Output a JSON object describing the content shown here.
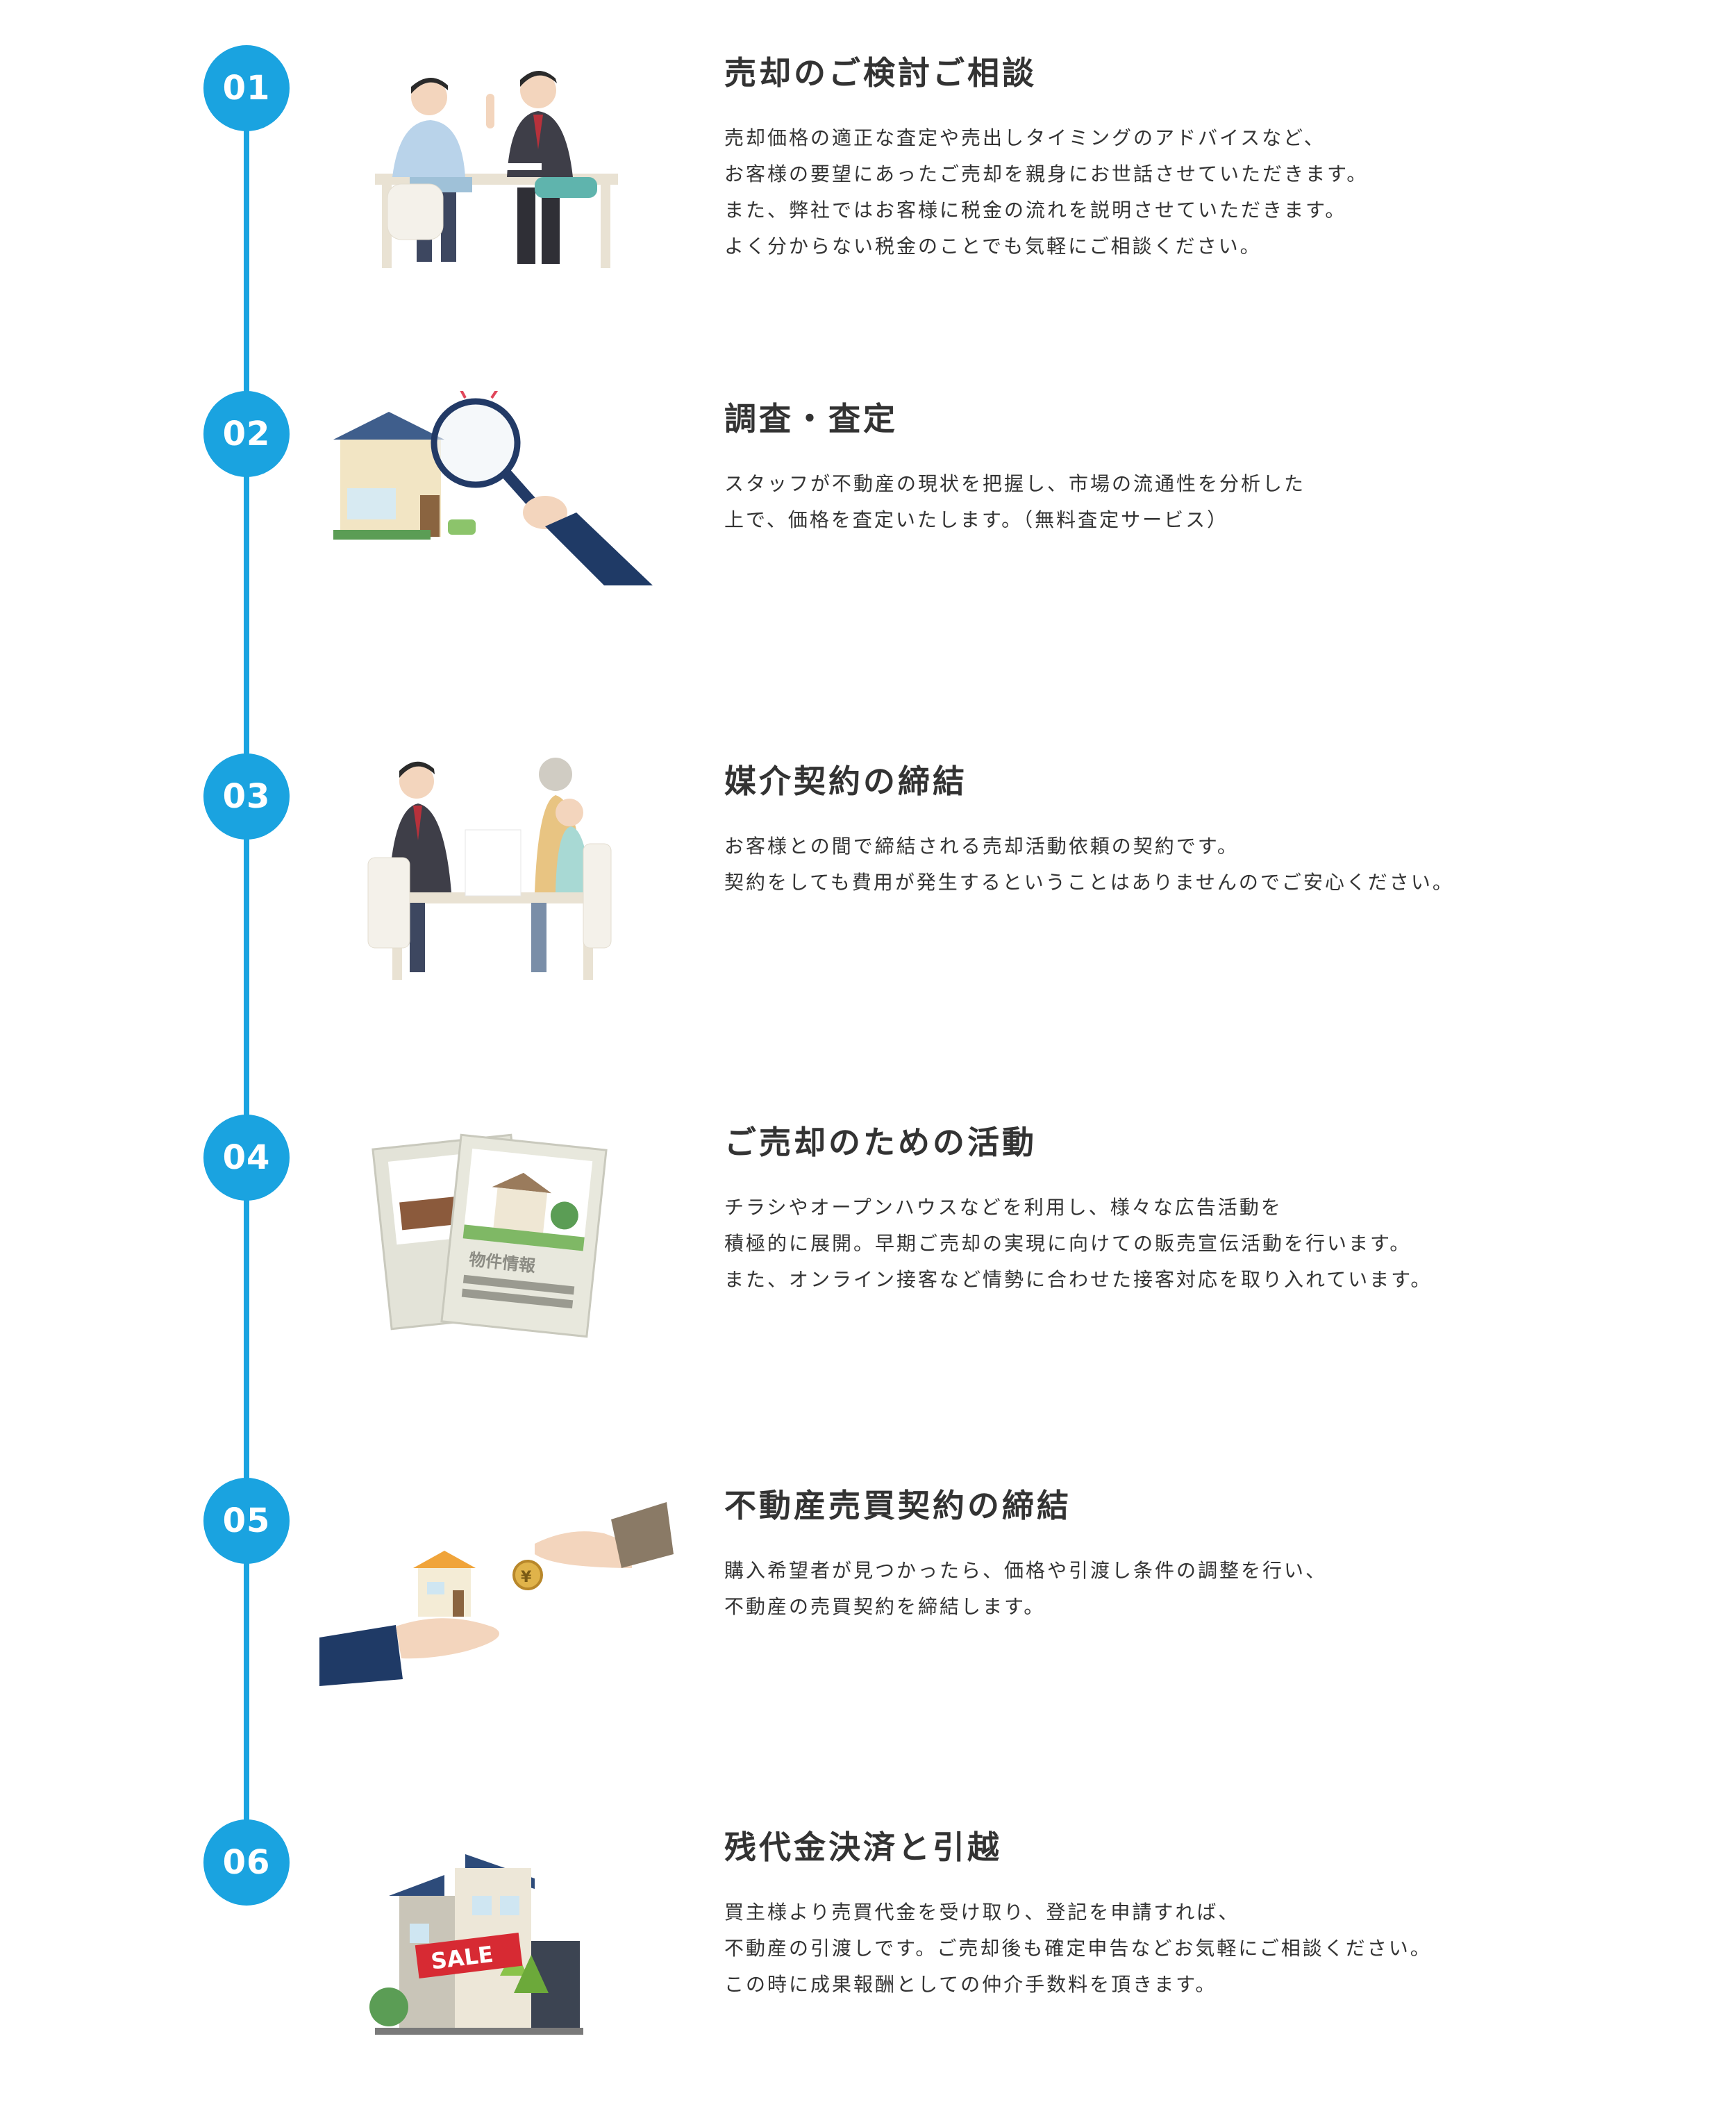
{
  "steps": [
    {
      "number": "01",
      "title": "売却のご検討ご相談",
      "lines": [
        "売却価格の適正な査定や売出しタイミングのアドバイスなど、",
        "お客様の要望にあったご売却を親身にお世話させていただきます。",
        "また、弊社ではお客様に税金の流れを説明させていただきます。",
        "よく分からない税金のことでも気軽にご相談ください。"
      ]
    },
    {
      "number": "02",
      "title": "調査・査定",
      "lines": [
        "スタッフが不動産の現状を把握し、市場の流通性を分析した",
        "上で、価格を査定いたします。（無料査定サービス）"
      ]
    },
    {
      "number": "03",
      "title": "媒介契約の締結",
      "lines": [
        "お客様との間で締結される売却活動依頼の契約です。",
        "契約をしても費用が発生するということはありませんのでご安心ください。"
      ]
    },
    {
      "number": "04",
      "title": "ご売却のための活動",
      "illustration_text": "物件情報",
      "lines": [
        "チラシやオープンハウスなどを利用し、様々な広告活動を",
        "積極的に展開。早期ご売却の実現に向けての販売宣伝活動を行います。",
        "また、オンライン接客など情勢に合わせた接客対応を取り入れています。"
      ]
    },
    {
      "number": "05",
      "title": "不動産売買契約の締結",
      "illustration_text": "¥",
      "lines": [
        "購入希望者が見つかったら、価格や引渡し条件の調整を行い、",
        "不動産の売買契約を締結します。"
      ]
    },
    {
      "number": "06",
      "title": "残代金決済と引越",
      "illustration_text": "SALE",
      "lines": [
        "買主様より売買代金を受け取り、登記を申請すれば、",
        "不動産の引渡しです。ご売却後も確定申告などお気軽にご相談ください。",
        "この時に成果報酬としての仲介手数料を頂きます。"
      ]
    }
  ],
  "colors": {
    "accent": "#1aa3e0",
    "text": "#333333",
    "navy": "#1f3a66"
  }
}
